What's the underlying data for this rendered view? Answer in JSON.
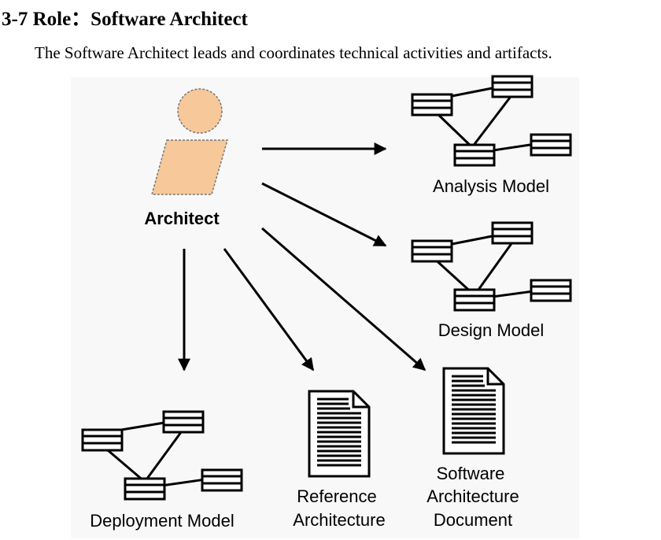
{
  "heading": {
    "title": "3-7 Role：Software Architect",
    "subtitle": "The Software Architect leads and coordinates technical activities and artifacts."
  },
  "diagram": {
    "actor": {
      "label": "Architect",
      "icon": "person-icon",
      "fill": "#f7c899"
    },
    "artifacts": {
      "analysis_model": "Analysis Model",
      "design_model": "Design Model",
      "deployment_model": "Deployment Model",
      "reference_architecture": [
        "Reference",
        "Architecture"
      ],
      "software_architecture_document": [
        "Software",
        "Architecture",
        "Document"
      ]
    },
    "icons": {
      "model": "class-diagram-icon",
      "document": "document-icon"
    }
  }
}
